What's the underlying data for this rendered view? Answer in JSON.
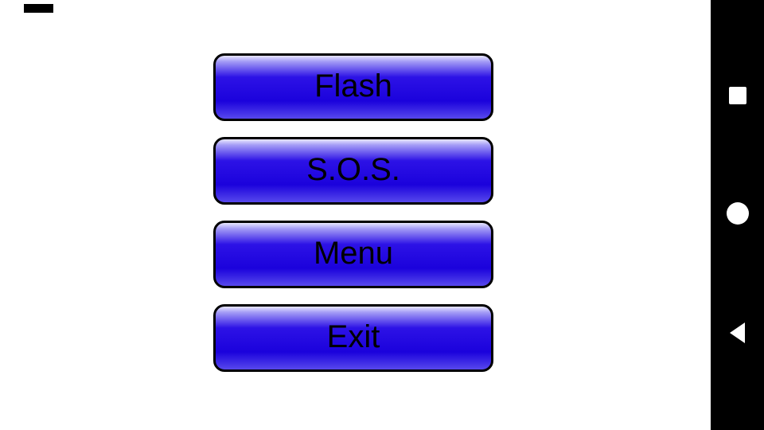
{
  "app": {
    "background_color": "#ffffff",
    "button_color": "#2200e0",
    "button_highlight_color": "#a59df6",
    "button_text_color": "#000000",
    "navbar_color": "#000000",
    "navbar_icon_color": "#ffffff"
  },
  "buttons": [
    {
      "label": "Flash"
    },
    {
      "label": "S.O.S."
    },
    {
      "label": "Menu"
    },
    {
      "label": "Exit"
    }
  ],
  "navbar": {
    "icons": [
      {
        "name": "recents-square-icon"
      },
      {
        "name": "home-circle-icon"
      },
      {
        "name": "back-triangle-icon"
      }
    ]
  }
}
